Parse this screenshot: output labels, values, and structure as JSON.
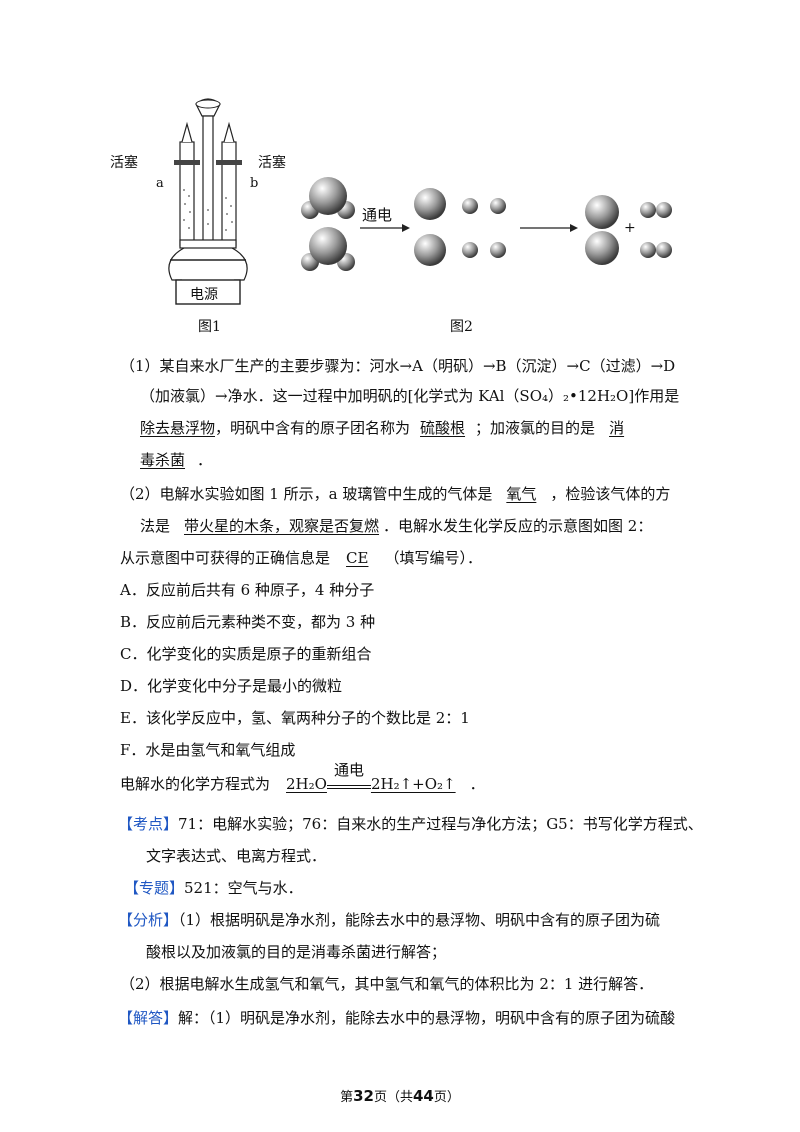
{
  "figure1": {
    "label_left_valve": "活塞",
    "label_right_valve": "活塞",
    "label_a": "a",
    "label_b": "b",
    "power_label": "电源",
    "caption": "图1"
  },
  "figure2": {
    "arrow_label": "通电",
    "plus": "+",
    "caption": "图2"
  },
  "q1": {
    "line1": "（1）某自来水厂生产的主要步骤为：河水→A（明矾）→B（沉淀）→C（过滤）→D",
    "line2": "（加液氯）→净水．这一过程中加明矾的[化学式为 KAl（SO₄）₂•12H₂O]作用是",
    "ans1": "除去悬浮物",
    "mid1": "，明矾中含有的原子团名称为",
    "ans2": "硫酸根",
    "mid2": "；加液氯的目的是",
    "ans3a": "消",
    "ans3b": "毒杀菌",
    "end": "．"
  },
  "q2": {
    "line1_pre": "（2）电解水实验如图 1 所示，a 玻璃管中生成的气体是",
    "ans1": "氧气",
    "line1_post": "，检验该气体的方",
    "line2_pre": "法是",
    "ans2": "带火星的木条，观察是否复燃",
    "line2_post": "．电解水发生化学反应的示意图如图 2：",
    "line3_pre": "从示意图中可获得的正确信息是",
    "ans3": "CE",
    "line3_post": "（填写编号）．"
  },
  "options": [
    "A．反应前后共有 6 种原子，4 种分子",
    "B．反应前后元素种类不变，都为 3 种",
    "C．化学变化的实质是原子的重新组合",
    "D．化学变化中分子是最小的微粒",
    "E．该化学反应中，氢、氧两种分子的个数比是 2：1",
    "F．水是由氢气和氧气组成"
  ],
  "equation": {
    "pre": "电解水的化学方程式为",
    "condition": "通电",
    "lhs": "2H₂O",
    "rhs": "2H₂↑+O₂↑",
    "end": "．"
  },
  "kaodian": {
    "tag": "【考点】",
    "text1": "71：电解水实验；76：自来水的生产过程与净化方法；G5：书写化学方程式、",
    "text2": "文字表达式、电离方程式．"
  },
  "zhuanti": {
    "tag": "【专题】",
    "text": "521：空气与水．"
  },
  "fenxi": {
    "tag": "【分析】",
    "text1": "（1）根据明矾是净水剂，能除去水中的悬浮物、明矾中含有的原子团为硫",
    "text2": "酸根以及加液氯的目的是消毒杀菌进行解答；",
    "text3": "（2）根据电解水生成氢气和氧气，其中氢气和氧气的体积比为 2：1 进行解答．"
  },
  "jieda": {
    "tag": "【解答】",
    "text": "解：（1）明矾是净水剂，能除去水中的悬浮物，明矾中含有的原子团为硫酸"
  },
  "footer": {
    "pre": "第",
    "page": "32",
    "mid": "页（共",
    "total": "44",
    "post": "页）"
  },
  "colors": {
    "tag": "#1f57c3",
    "text": "#111111"
  }
}
